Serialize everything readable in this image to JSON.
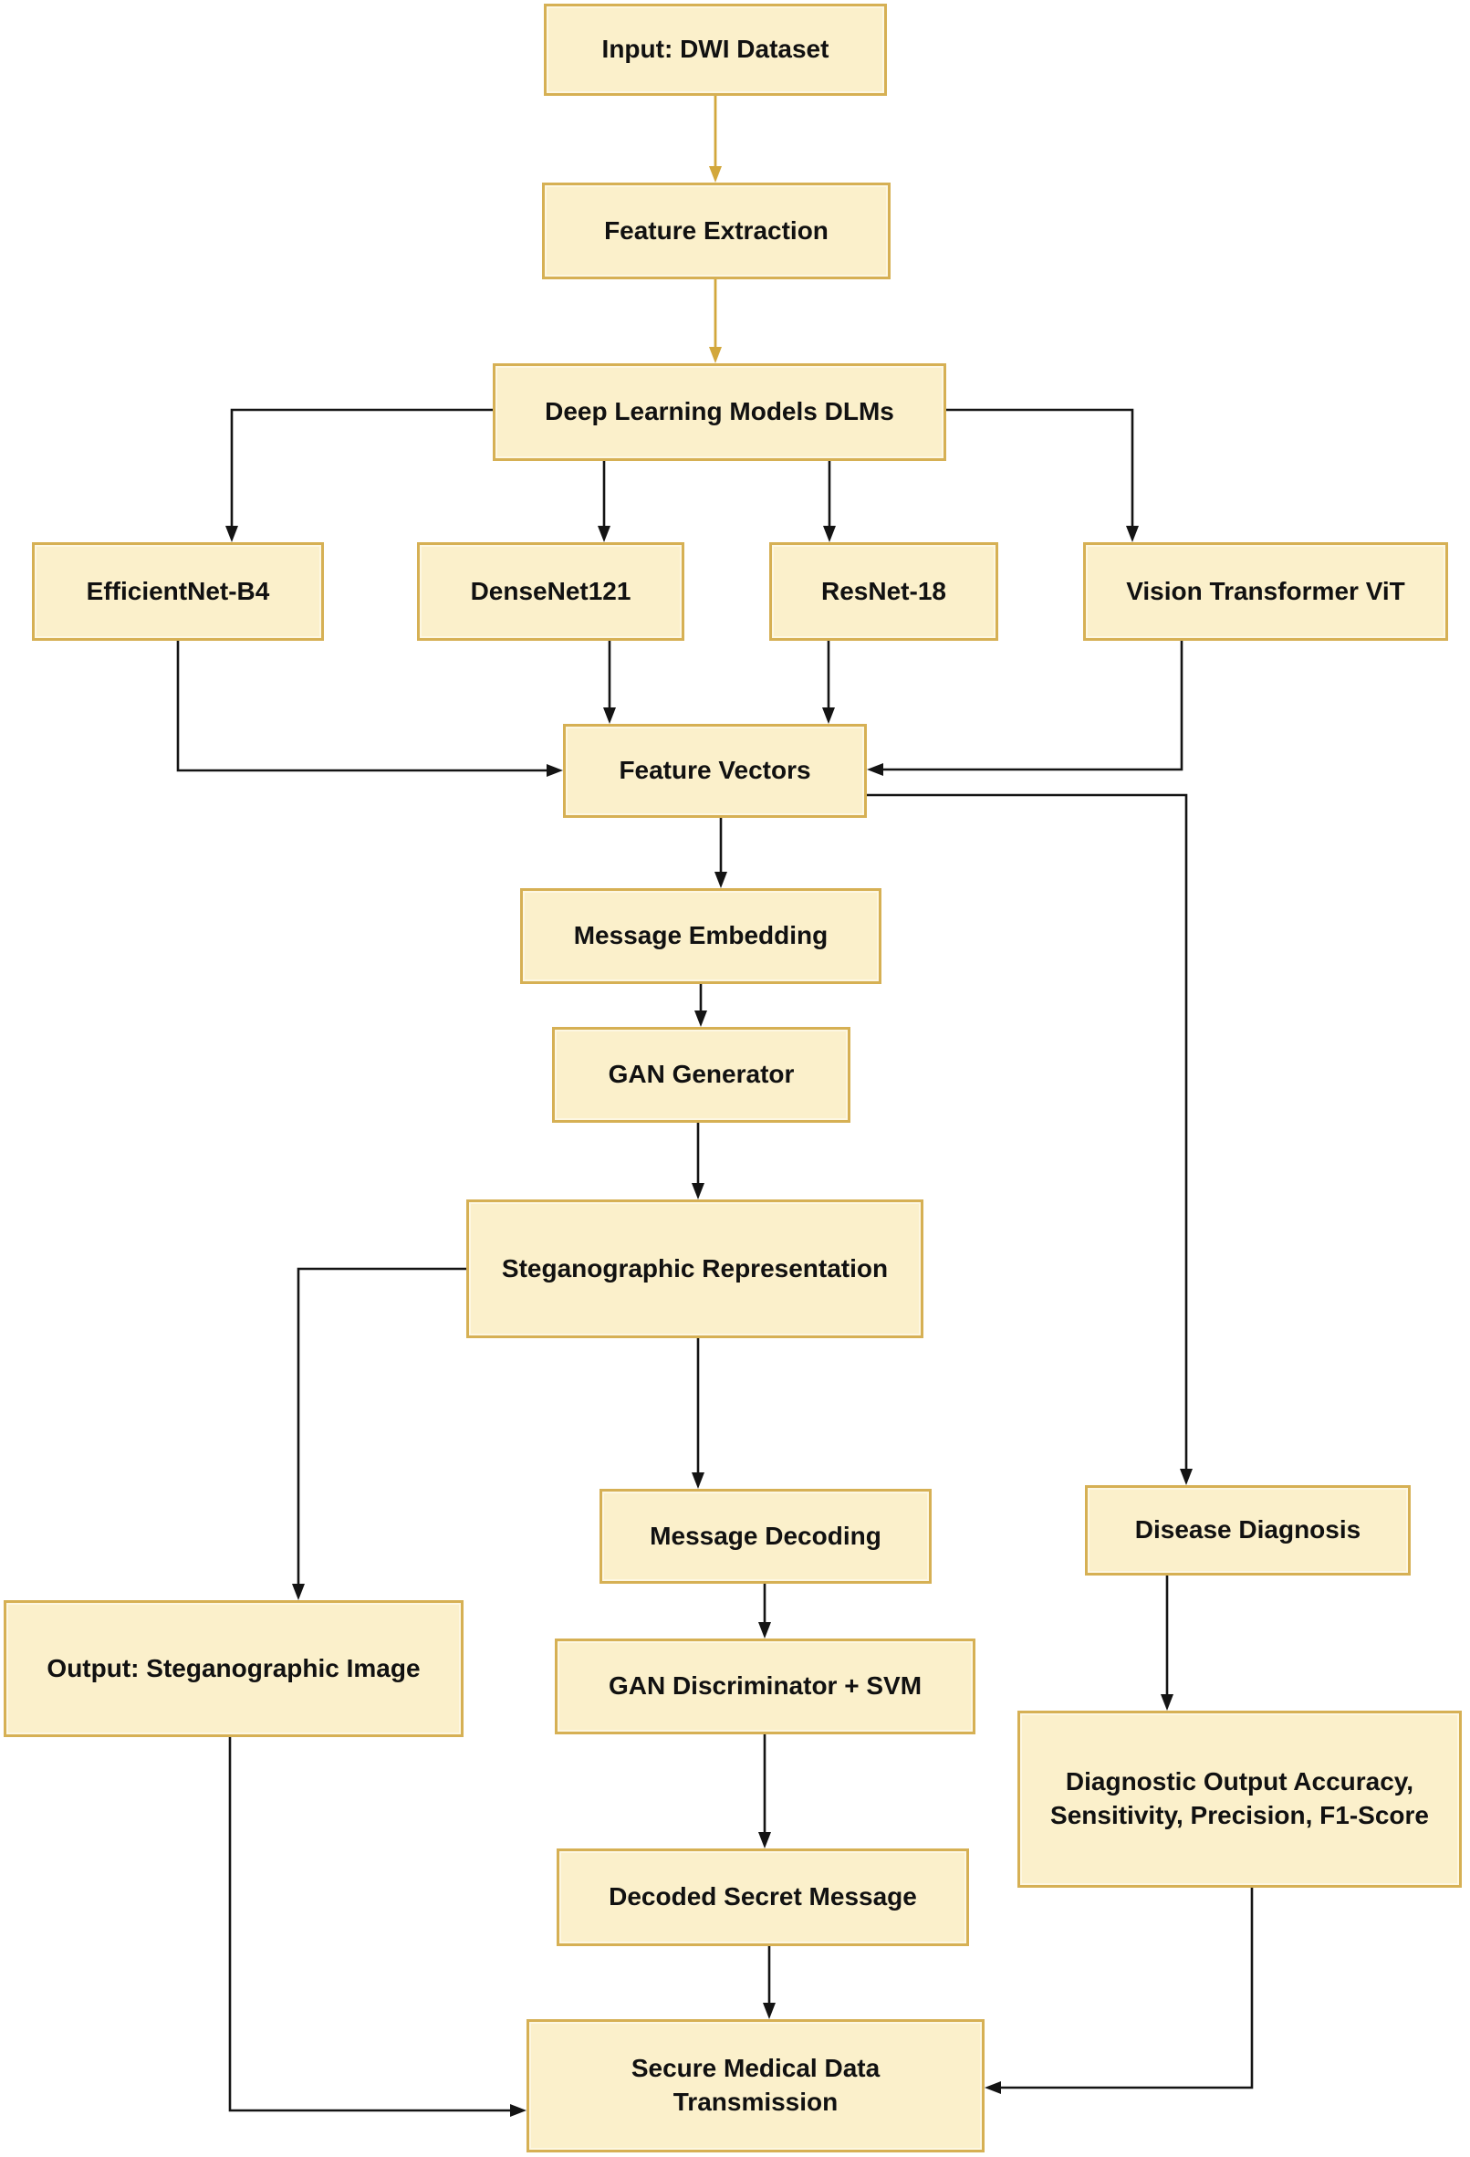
{
  "colors": {
    "node_fill": "#FBF0CB",
    "node_border": "#D6B054",
    "gold_arrow": "#D2A73B",
    "line_black": "#141414"
  },
  "nodes": {
    "input_dwi": {
      "label": "Input: DWI Dataset"
    },
    "feature_extraction": {
      "label": "Feature Extraction"
    },
    "dlms": {
      "label": "Deep Learning Models DLMs"
    },
    "efficientnet_b4": {
      "label": "EfficientNet-B4"
    },
    "densenet121": {
      "label": "DenseNet121"
    },
    "resnet18": {
      "label": "ResNet-18"
    },
    "vision_transformer_vit": {
      "label": "Vision Transformer ViT"
    },
    "feature_vectors": {
      "label": "Feature Vectors"
    },
    "message_embedding": {
      "label": "Message Embedding"
    },
    "gan_generator": {
      "label": "GAN Generator"
    },
    "steganographic_representation": {
      "label": "Steganographic Representation"
    },
    "output_steganographic_image": {
      "label": "Output: Steganographic Image"
    },
    "message_decoding": {
      "label": "Message Decoding"
    },
    "gan_discriminator_svm": {
      "label": "GAN Discriminator + SVM"
    },
    "decoded_secret_message": {
      "label": "Decoded Secret Message"
    },
    "disease_diagnosis": {
      "label": "Disease Diagnosis"
    },
    "diagnostic_output": {
      "label": "Diagnostic Output Accuracy,\nSensitivity, Precision, F1-Score"
    },
    "secure_transmission": {
      "label": "Secure Medical Data\nTransmission"
    }
  },
  "edges": [
    {
      "from": "input_dwi",
      "to": "feature_extraction",
      "color": "gold"
    },
    {
      "from": "feature_extraction",
      "to": "dlms",
      "color": "gold"
    },
    {
      "from": "dlms",
      "to": "efficientnet_b4",
      "color": "black"
    },
    {
      "from": "dlms",
      "to": "densenet121",
      "color": "black"
    },
    {
      "from": "dlms",
      "to": "resnet18",
      "color": "black"
    },
    {
      "from": "dlms",
      "to": "vision_transformer_vit",
      "color": "black"
    },
    {
      "from": "efficientnet_b4",
      "to": "feature_vectors",
      "color": "black"
    },
    {
      "from": "densenet121",
      "to": "feature_vectors",
      "color": "black"
    },
    {
      "from": "resnet18",
      "to": "feature_vectors",
      "color": "black"
    },
    {
      "from": "vision_transformer_vit",
      "to": "feature_vectors",
      "color": "black"
    },
    {
      "from": "feature_vectors",
      "to": "message_embedding",
      "color": "black"
    },
    {
      "from": "message_embedding",
      "to": "gan_generator",
      "color": "black"
    },
    {
      "from": "gan_generator",
      "to": "steganographic_representation",
      "color": "black"
    },
    {
      "from": "steganographic_representation",
      "to": "output_steganographic_image",
      "color": "black"
    },
    {
      "from": "steganographic_representation",
      "to": "message_decoding",
      "color": "black"
    },
    {
      "from": "message_decoding",
      "to": "gan_discriminator_svm",
      "color": "black"
    },
    {
      "from": "gan_discriminator_svm",
      "to": "decoded_secret_message",
      "color": "black"
    },
    {
      "from": "decoded_secret_message",
      "to": "secure_transmission",
      "color": "black"
    },
    {
      "from": "feature_vectors",
      "to": "disease_diagnosis",
      "color": "black"
    },
    {
      "from": "disease_diagnosis",
      "to": "diagnostic_output",
      "color": "black"
    },
    {
      "from": "diagnostic_output",
      "to": "secure_transmission",
      "color": "black"
    },
    {
      "from": "output_steganographic_image",
      "to": "secure_transmission",
      "color": "black"
    }
  ]
}
